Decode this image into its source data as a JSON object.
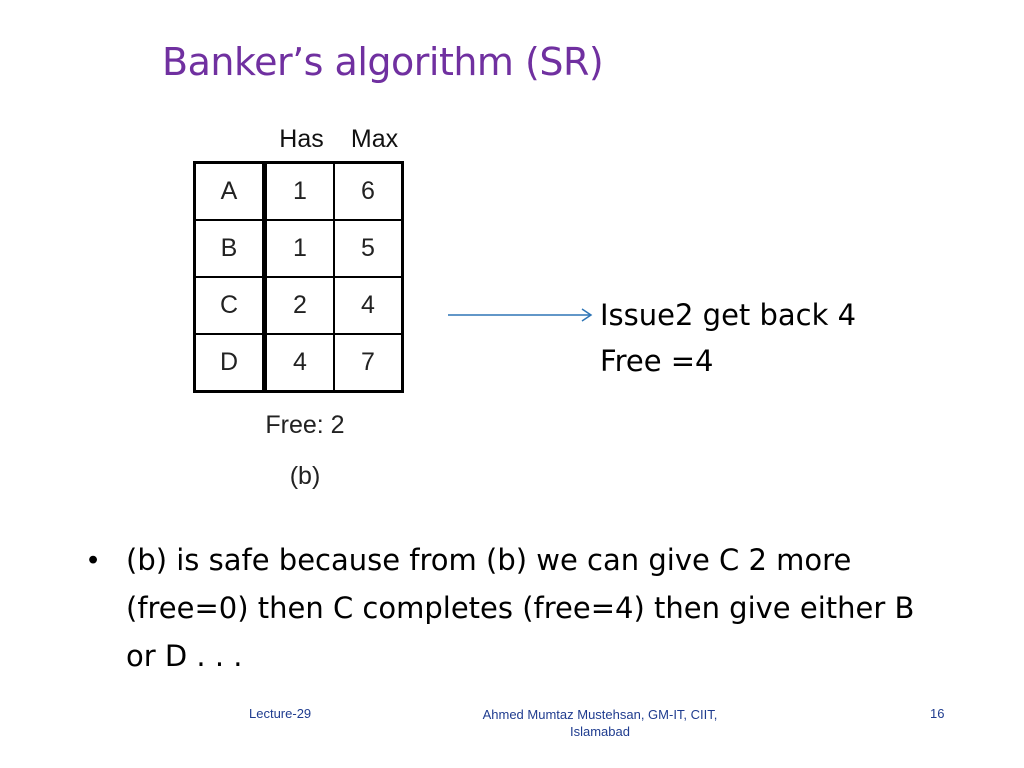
{
  "slide": {
    "title": "Banker’s algorithm (SR)",
    "table": {
      "headers": [
        "Has",
        "Max"
      ],
      "rows": [
        {
          "process": "A",
          "has": "1",
          "max": "6"
        },
        {
          "process": "B",
          "has": "1",
          "max": "5"
        },
        {
          "process": "C",
          "has": "2",
          "max": "4"
        },
        {
          "process": "D",
          "has": "4",
          "max": "7"
        }
      ],
      "free_label": "Free: 2",
      "caption": "(b)"
    },
    "note": {
      "line1": "Issue2 get back 4",
      "line2": "Free =4"
    },
    "bullet": {
      "symbol": "•",
      "text": "(b) is safe because from (b) we can give C 2 more (free=0) then C completes (free=4) then give either B or D . . ."
    },
    "footer": {
      "left": "Lecture-29",
      "center_line1": "Ahmed Mumtaz Mustehsan, GM-IT, CIIT,",
      "center_line2": "Islamabad",
      "page_number": "16"
    },
    "colors": {
      "title": "#7030a0",
      "arrow": "#2e75b6",
      "footer": "#1f3c8f"
    }
  }
}
